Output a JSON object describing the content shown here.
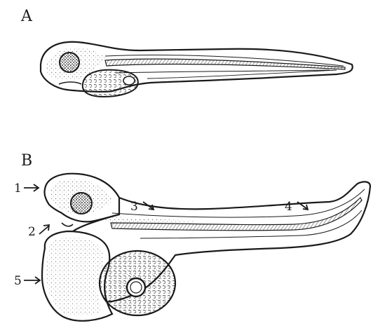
{
  "panels": [
    {
      "id": "A",
      "label": "A"
    },
    {
      "id": "B",
      "label": "B"
    }
  ],
  "callouts": [
    {
      "id": "1",
      "text": "1"
    },
    {
      "id": "2",
      "text": "2"
    },
    {
      "id": "3",
      "text": "3"
    },
    {
      "id": "4",
      "text": "4"
    },
    {
      "id": "5",
      "text": "5"
    }
  ],
  "colors": {
    "ink": "#1a1a1a",
    "background": "#ffffff"
  }
}
